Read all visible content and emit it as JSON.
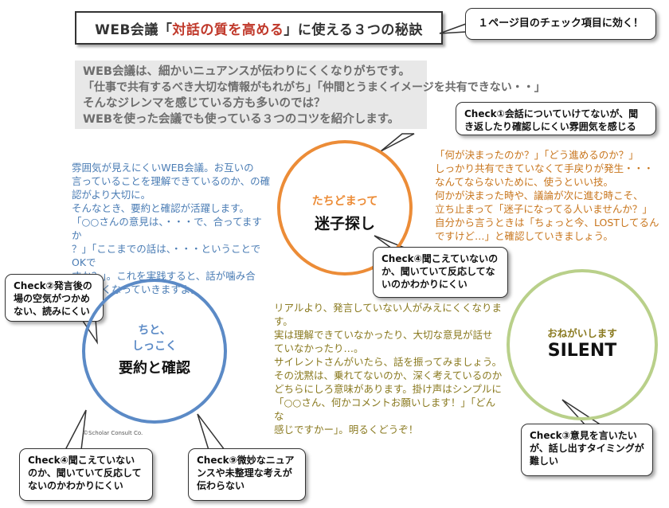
{
  "title": {
    "prefix": "WEB会議「",
    "accent": "対話の質を高める",
    "suffix": "」に使える３つの秘訣"
  },
  "top_callout": "１ページ目のチェック項目に効く！",
  "intro_lines": [
    "WEB会議は、細かいニュアンスが伝わりにくくなりがちです。",
    "「仕事で共有するべき大切な情報がもれがち」「仲間とうまくイメージを共有できない・・」",
    "そんなジレンマを感じている方も多いのでは？",
    "WEBを使った会議でも使っている３つのコツを紹介します。"
  ],
  "checks": {
    "check1": "Check①会話についていけてないが、聞き返したり確認しにくい雰囲気を感じる",
    "check4_top": "Check④聞こえていないのか、聞いていて反応してないのかわかりにくい",
    "check2": "Check②発言後の場の空気がつかめない、読みにくい",
    "check4_bottom": "Check④聞こえていないのか、聞いていて反応してないのかわかりにくい",
    "check9": "Check⑨微妙なニュアンスや未整理な考えが伝わらない",
    "check3": "Check③意見を言いたいが、話し出すタイミングが難しい"
  },
  "blue_text": [
    "雰囲気が見えにくいWEB会議。お互いの",
    "言っていることを理解できているのか、の確",
    "認がより大切に。",
    "そんなとき、要約と確認が活躍します。",
    "「○○さんの意見は、・・・で、合ってますか",
    "？」「ここまでの話は、・・・ということでOKで",
    "すか？」。これを実践すると、話が噛み合",
    "いやすくなっていきますよ。"
  ],
  "orange_text": [
    "「何が決まったのか？」「どう進めるのか？」",
    "しっかり共有できていなくて手戻りが発生・・・",
    "なんてならないために、使うといい技。",
    "何かが決まった時や、議論が次に進む時こそ、",
    "立ち止まって「迷子になってる人いませんか？」",
    "自分から言うときは「ちょっと今、LOSTしてるん",
    "ですけど…」と確認していきましょう。"
  ],
  "olive_text": [
    "リアルより、発言していない人がみえにくくなります。",
    "実は理解できていなかったり、大切な意見が話せ",
    "ていなかったり…。",
    "サイレントさんがいたら、話を振ってみましょう。",
    "その沈黙は、乗れてないのか、深く考えているのか",
    "どちらにしろ意味があります。掛け声はシンプルに",
    "「○○さん、何かコメントお願いします！」「どんな",
    "感じですかー」。明るくどうぞ！"
  ],
  "circles": {
    "blue": {
      "sub1": "ちと、",
      "sub2": "しっこく",
      "main": "要約と確認",
      "color": "#5b8ac6"
    },
    "orange": {
      "sub": "たちどまって",
      "main": "迷子探し",
      "color": "#ec8c37"
    },
    "green": {
      "sub": "おねがいします",
      "main": "SILENT",
      "color": "#b9d08a"
    }
  },
  "credit": "©Scholar Consult Co."
}
